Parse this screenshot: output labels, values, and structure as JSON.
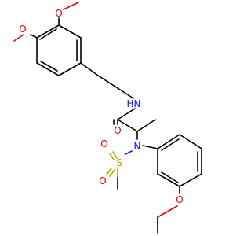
{
  "structure": {
    "atoms": {
      "o_methoxy_top": {
        "text": "O",
        "color": "#e00000"
      },
      "o_methoxy_left": {
        "text": "O",
        "color": "#e00000"
      },
      "nh_amide": {
        "text": "N",
        "color": "#1010ff"
      },
      "h_amide": {
        "text": "H",
        "color": "#1010ff"
      },
      "o_carbonyl": {
        "text": "O",
        "color": "#e00000"
      },
      "n_sulfonamide": {
        "text": "N",
        "color": "#1010ff"
      },
      "s_sulfonyl": {
        "text": "S",
        "color": "#b8a400"
      },
      "o_sulfonyl_top": {
        "text": "O",
        "color": "#e00000"
      },
      "o_sulfonyl_bottom": {
        "text": "O",
        "color": "#e00000"
      },
      "o_ethoxy": {
        "text": "O",
        "color": "#e00000"
      }
    },
    "colors": {
      "carbon_bond": "#000000",
      "oxygen": "#e00000",
      "nitrogen": "#1010ff",
      "sulfur": "#b8a400"
    }
  }
}
